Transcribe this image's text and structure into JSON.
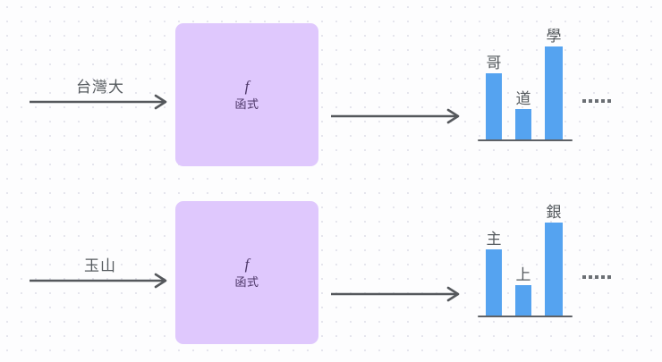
{
  "diagram": {
    "title": "function-mapping-diagram",
    "colors": {
      "background": "#fdfdfe",
      "dot_grid": "rgba(120,120,160,0.22)",
      "box_fill": "#dfc8fd",
      "box_text": "#4b3566",
      "bar_fill": "#55a3f0",
      "axis": "#5e6166",
      "label_text": "#555a5e",
      "arrow": "#55585c"
    },
    "rows": [
      {
        "id": "row-1",
        "input": {
          "label": "台灣大"
        },
        "function_box": {
          "symbol": "f",
          "name": "函式"
        },
        "output_chart": {
          "ellipsis": "......"
        }
      },
      {
        "id": "row-2",
        "input": {
          "label": "玉山"
        },
        "function_box": {
          "symbol": "f",
          "name": "函式"
        },
        "output_chart": {
          "ellipsis": "......"
        }
      }
    ]
  },
  "chart_data": [
    {
      "type": "bar",
      "title": "",
      "xlabel": "",
      "ylabel": "",
      "categories": [
        "哥",
        "道",
        "學"
      ],
      "values": [
        74,
        34,
        104
      ],
      "ylim": [
        0,
        120
      ],
      "grid": false,
      "legend": false,
      "note": "......"
    },
    {
      "type": "bar",
      "title": "",
      "xlabel": "",
      "ylabel": "",
      "categories": [
        "主",
        "上",
        "銀"
      ],
      "values": [
        74,
        34,
        104
      ],
      "ylim": [
        0,
        120
      ],
      "grid": false,
      "legend": false,
      "note": "......"
    }
  ]
}
